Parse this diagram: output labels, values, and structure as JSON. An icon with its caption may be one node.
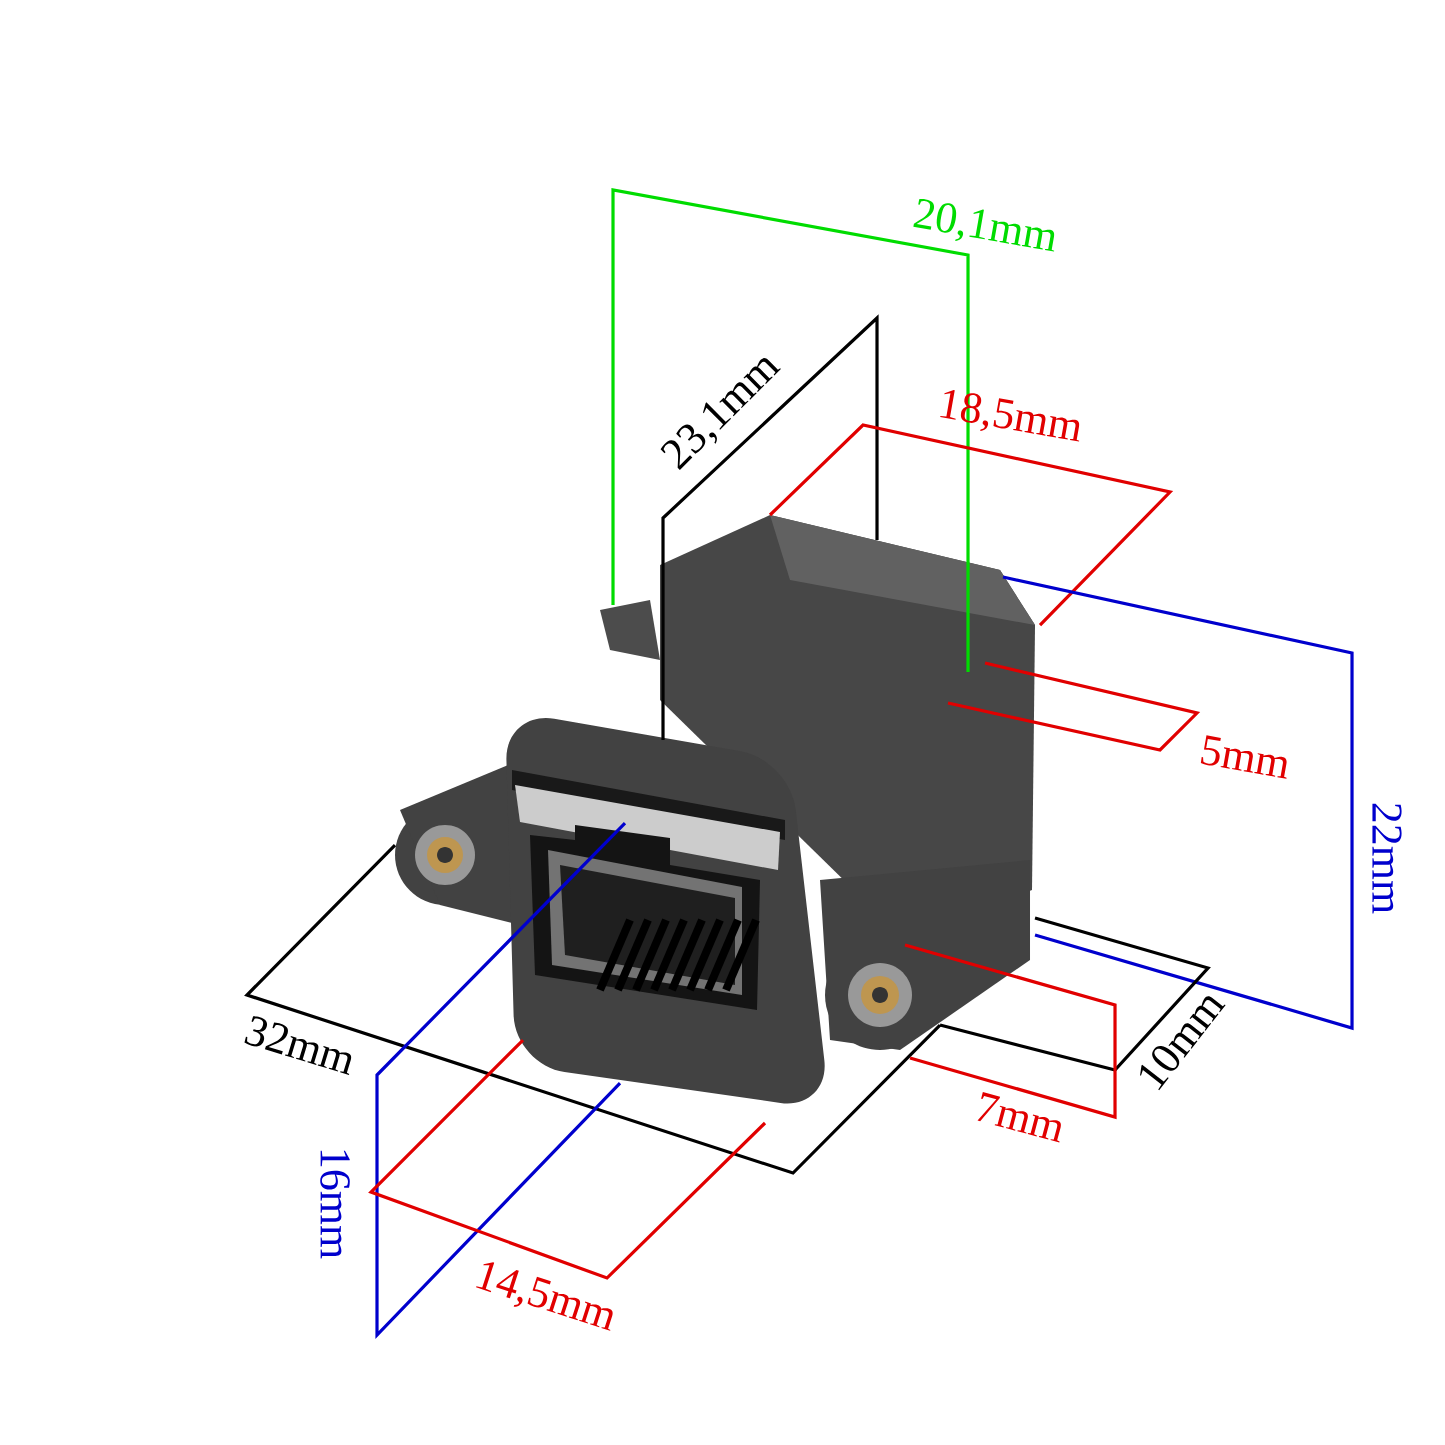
{
  "diagram": {
    "labels": [
      "20,1mm",
      "23,1mm",
      "18,5mm",
      "5mm",
      "22mm",
      "32mm",
      "10mm",
      "7mm",
      "16mm",
      "14,5mm"
    ]
  }
}
